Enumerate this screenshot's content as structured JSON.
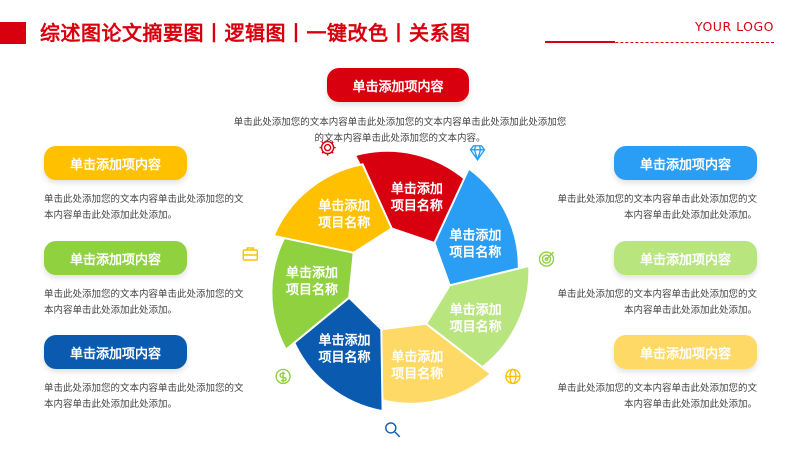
{
  "header": {
    "title": "综述图论文摘要图丨逻辑图丨一键改色丨关系图",
    "logo": "YOUR LOGO"
  },
  "top": {
    "label": "单击添加项内容",
    "desc": "单击此处添加您的文本内容单击此处添加您的文本内容单击此处添加此处添加您的文本内容单击此处添加您的文本内容。"
  },
  "left_items": [
    {
      "label": "单击添加项内容",
      "color": "#ffc000",
      "desc": "单击此处添加您的文本内容单击此处添加您的文本内容单击此处添加此处添加。"
    },
    {
      "label": "单击添加项内容",
      "color": "#8fd13f",
      "desc": "单击此处添加您的文本内容单击此处添加您的文本内容单击此处添加此处添加。"
    },
    {
      "label": "单击添加项内容",
      "color": "#0a5ab0",
      "desc": "单击此处添加您的文本内容单击此处添加您的文本内容单击此处添加此处添加。"
    }
  ],
  "right_items": [
    {
      "label": "单击添加项内容",
      "color": "#2a9df4",
      "desc": "单击此处添加您的文本内容单击此处添加您的文本内容单击此处添加此处添加。"
    },
    {
      "label": "单击添加项内容",
      "color": "#b9e57f",
      "desc": "单击此处添加您的文本内容单击此处添加您的文本内容单击此处添加此处添加。"
    },
    {
      "label": "单击添加项内容",
      "color": "#ffd966",
      "desc": "单击此处添加您的文本内容单击此处添加您的文本内容单击此处添加此处添加。"
    }
  ],
  "wheel": [
    {
      "line1": "单击添加",
      "line2": "项目名称",
      "color": "#d8000f"
    },
    {
      "line1": "单击添加",
      "line2": "项目名称",
      "color": "#2a9df4"
    },
    {
      "line1": "单击添加",
      "line2": "项目名称",
      "color": "#b9e57f"
    },
    {
      "line1": "单击添加",
      "line2": "项目名称",
      "color": "#ffd966"
    },
    {
      "line1": "单击添加",
      "line2": "项目名称",
      "color": "#0a5ab0"
    },
    {
      "line1": "单击添加",
      "line2": "项目名称",
      "color": "#8fd13f"
    },
    {
      "line1": "单击添加",
      "line2": "项目名称",
      "color": "#ffc000"
    }
  ],
  "icons": [
    {
      "name": "diamond-icon",
      "color": "#2a9df4"
    },
    {
      "name": "target-icon",
      "color": "#8fd13f"
    },
    {
      "name": "globe-icon",
      "color": "#ffc000"
    },
    {
      "name": "magnifier-icon",
      "color": "#0a5ab0"
    },
    {
      "name": "coin-icon",
      "color": "#8fd13f"
    },
    {
      "name": "briefcase-icon",
      "color": "#ffc000"
    },
    {
      "name": "gear-icon",
      "color": "#d8000f"
    }
  ]
}
